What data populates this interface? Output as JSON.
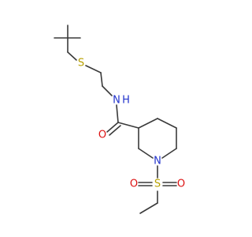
{
  "molecule": {
    "atoms": {
      "sulfur_thioether": {
        "label": "S",
        "color": "#b8a100"
      },
      "amide_nitrogen": {
        "label": "N",
        "color": "#2233cc"
      },
      "amide_h": {
        "label": "H",
        "color": "#2233cc"
      },
      "carbonyl_oxygen": {
        "label": "O",
        "color": "#dd1111"
      },
      "ring_nitrogen": {
        "label": "N",
        "color": "#2233cc"
      },
      "sulfonyl_sulfur": {
        "label": "S",
        "color": "#b8a100"
      },
      "sulfonyl_oxygen_left": {
        "label": "O",
        "color": "#dd1111"
      },
      "sulfonyl_oxygen_right": {
        "label": "O",
        "color": "#dd1111"
      }
    },
    "bond_color": "#3a3a3a"
  }
}
